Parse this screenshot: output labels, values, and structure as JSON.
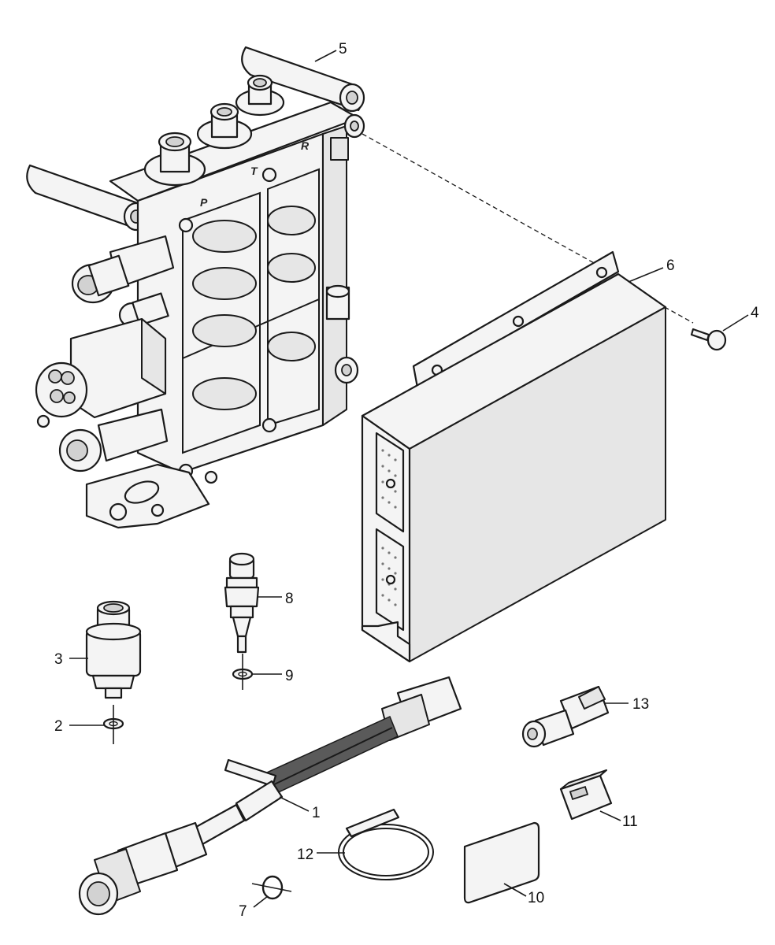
{
  "diagram": {
    "port_markings": [
      "P",
      "T",
      "R"
    ],
    "callouts": [
      {
        "id": "1",
        "label": "1"
      },
      {
        "id": "2",
        "label": "2"
      },
      {
        "id": "3",
        "label": "3"
      },
      {
        "id": "4",
        "label": "4"
      },
      {
        "id": "5",
        "label": "5"
      },
      {
        "id": "6",
        "label": "6"
      },
      {
        "id": "7",
        "label": "7"
      },
      {
        "id": "8",
        "label": "8"
      },
      {
        "id": "9",
        "label": "9"
      },
      {
        "id": "10",
        "label": "10"
      },
      {
        "id": "11",
        "label": "11"
      },
      {
        "id": "12",
        "label": "12"
      },
      {
        "id": "13",
        "label": "13"
      }
    ]
  }
}
